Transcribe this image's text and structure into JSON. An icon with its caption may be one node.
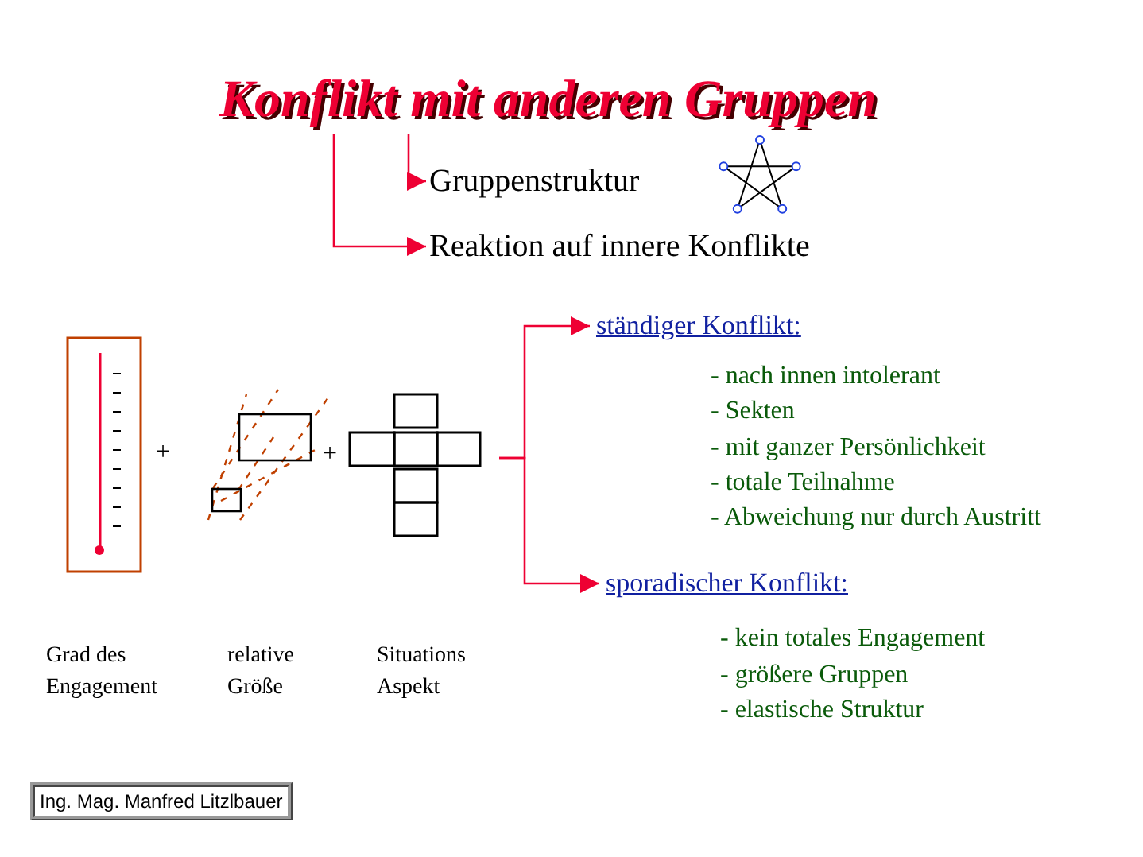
{
  "diagram": {
    "nodes": [
      {
        "text": [
          "Konflikt mit anderen Gruppen"
        ]
      },
      {
        "text": [
          "Gruppenstruktur"
        ]
      },
      {
        "text": [
          "Reaktion auf innere Konflikte"
        ]
      },
      {
        "text": [],
        "shape": "picture"
      },
      {
        "text": [
          "ständiger Konflikt:"
        ],
        "beside": [
          "- nach innen intolerant",
          "- Sekten",
          "- mit ganzer Persönlichkeit",
          "- totale Teilnahme",
          "- Abweichung nur durch Austritt"
        ]
      },
      {
        "text": [
          "sporadischer Konflikt:"
        ],
        "beside": [
          "- kein totales Engagement",
          "- größere Gruppen",
          "- elastische Struktur"
        ]
      }
    ],
    "edges": [
      {
        "from": 0,
        "to": 1,
        "arrow": "to"
      },
      {
        "from": 0,
        "to": 2,
        "arrow": "to"
      },
      {
        "from": 3,
        "to": 4,
        "arrow": "to"
      },
      {
        "from": 3,
        "to": 5,
        "arrow": "to"
      }
    ],
    "labels": [
      "+",
      "+",
      "Grad des Engagement",
      "relative Größe",
      "Situations Aspekt",
      "Ing. Mag. Manfred Litzlbauer"
    ]
  }
}
